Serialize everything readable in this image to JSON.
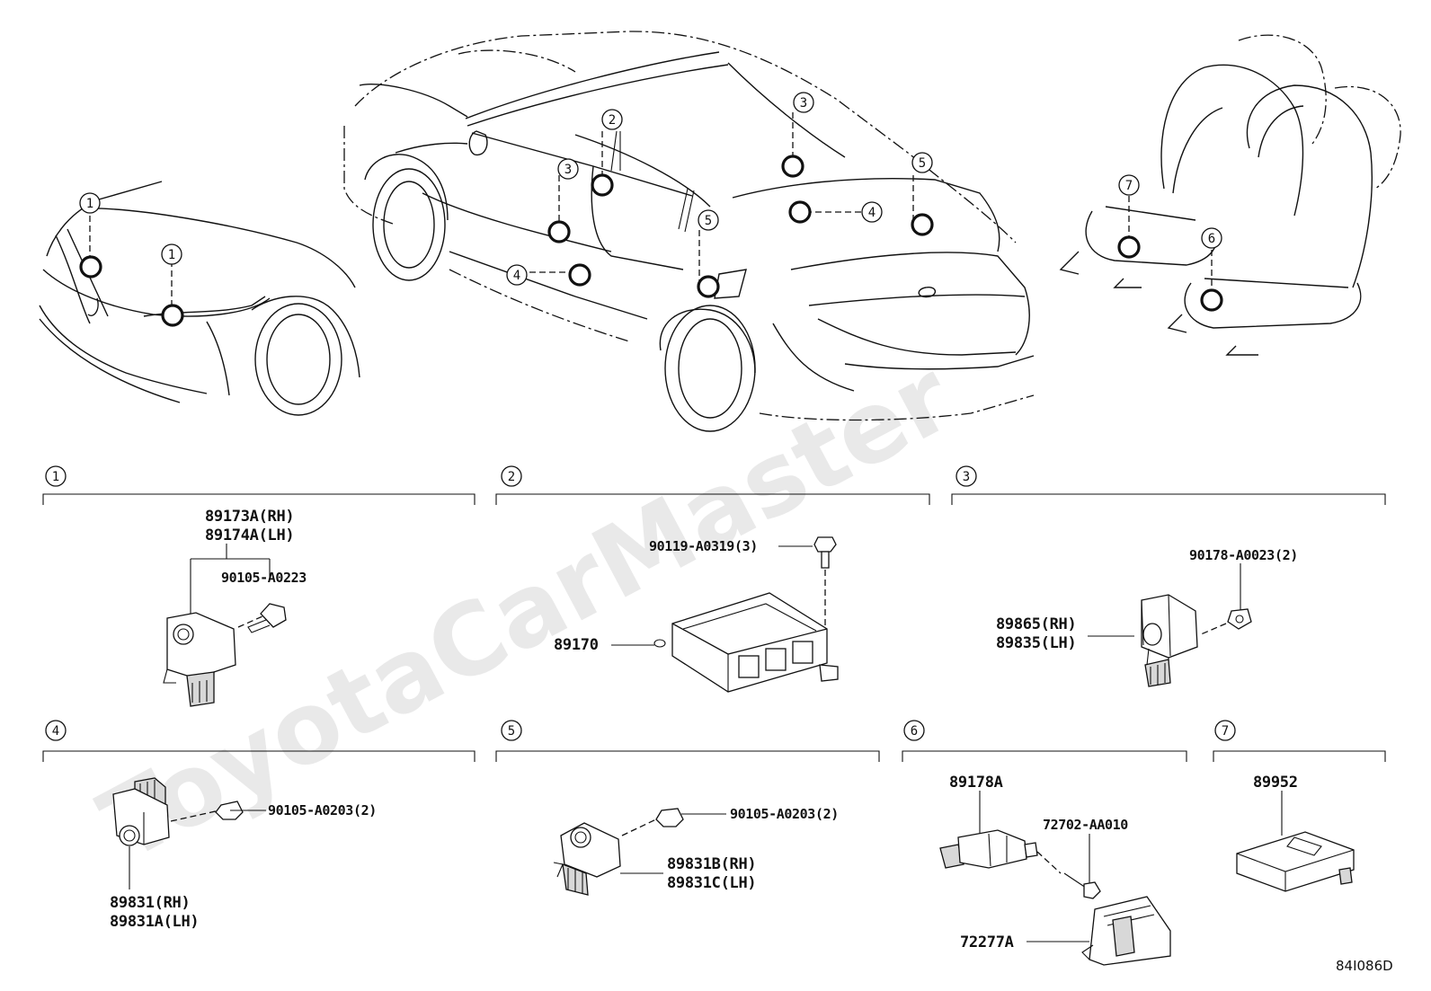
{
  "diagram_code": "84I086D",
  "watermark": "ToyotaCarMaster",
  "sections": [
    {
      "id": "1",
      "label": "1"
    },
    {
      "id": "2",
      "label": "2"
    },
    {
      "id": "3",
      "label": "3"
    },
    {
      "id": "4",
      "label": "4"
    },
    {
      "id": "5",
      "label": "5"
    },
    {
      "id": "6",
      "label": "6"
    },
    {
      "id": "7",
      "label": "7"
    }
  ],
  "locator_callouts": {
    "front_1a": "1",
    "front_1b": "1",
    "car_2": "2",
    "car_3a": "3",
    "car_3b": "3",
    "car_4a": "4",
    "car_4b": "4",
    "car_5a": "5",
    "car_5b": "5",
    "seat_6": "6",
    "seat_7": "7"
  },
  "parts": {
    "s1_sensor_rh": "89173A(RH)",
    "s1_sensor_lh": "89174A(LH)",
    "s1_bolt": "90105-A0223",
    "s2_bolt": "90119-A0319(3)",
    "s2_ecu": "89170",
    "s3_nut": "90178-A0023(2)",
    "s3_sensor_rh": "89865(RH)",
    "s3_sensor_lh": "89835(LH)",
    "s4_bolt": "90105-A0203(2)",
    "s4_sensor_rh": "89831(RH)",
    "s4_sensor_lh": "89831A(LH)",
    "s5_bolt": "90105-A0203(2)",
    "s5_sensor_rh": "89831B(RH)",
    "s5_sensor_lh": "89831C(LH)",
    "s6_sensor": "89178A",
    "s6_bolt": "72702-AA010",
    "s6_bracket": "72277A",
    "s7_sensor": "89952"
  }
}
